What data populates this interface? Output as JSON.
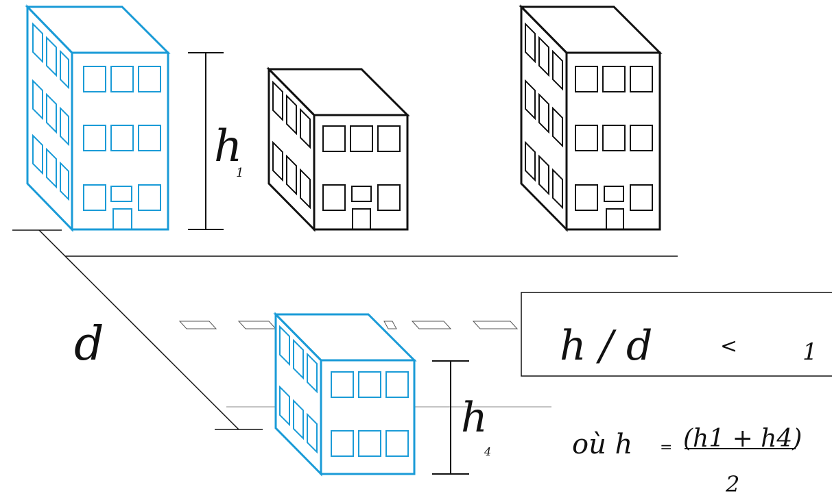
{
  "labels": {
    "h1_main": "h",
    "h1_sub": "1",
    "h4_main": "h",
    "h4_sub": "4",
    "d": "d"
  },
  "formula": {
    "lhs": "h / d",
    "op": "<",
    "rhs": "1",
    "where_prefix": "où h",
    "equals": "=",
    "numerator": "(h1 + h4)",
    "denominator": "2"
  },
  "colors": {
    "highlight": "#1a9bd7",
    "ink": "#111111",
    "guide": "#888888"
  }
}
